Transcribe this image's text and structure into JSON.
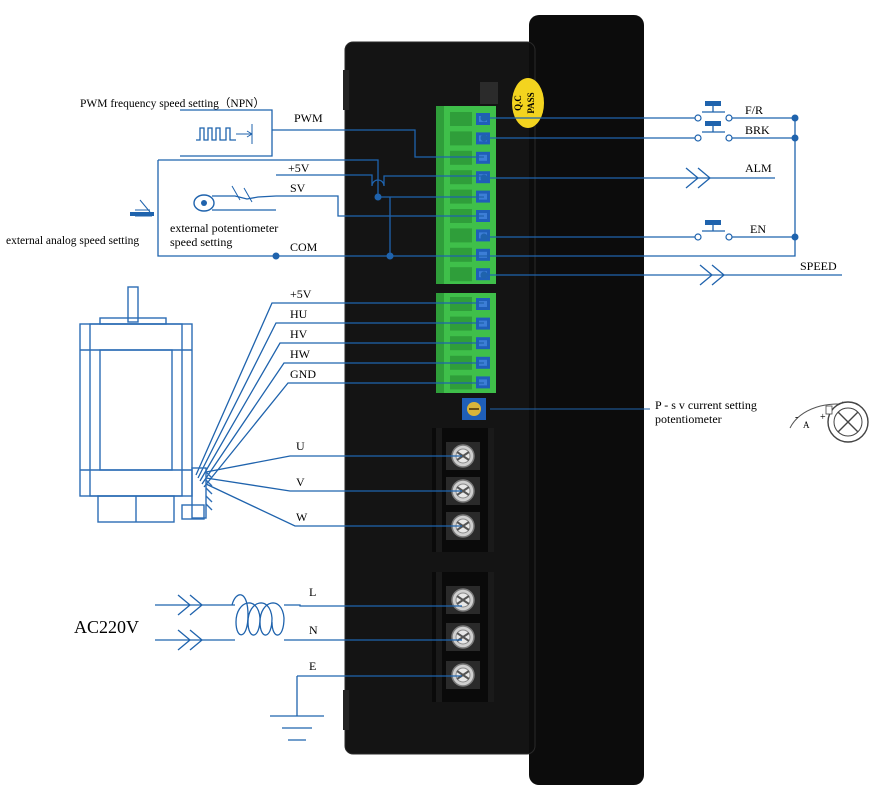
{
  "qc_stamp": {
    "line1": "Q.C",
    "line2": "PASS"
  },
  "left_labels": {
    "pwm_title": "PWM frequency speed setting（NPN）",
    "analog": "external analog speed setting",
    "pot_line1": "external potentiometer",
    "pot_line2": "speed setting",
    "ac": "AC220V"
  },
  "signal_pins": {
    "pwm": "PWM",
    "plus5v": "+5V",
    "sv": "SV",
    "com": "COM"
  },
  "hall_pins": {
    "plus5v": "+5V",
    "hu": "HU",
    "hv": "HV",
    "hw": "HW",
    "gnd": "GND"
  },
  "motor_pins": {
    "u": "U",
    "v": "V",
    "w": "W"
  },
  "power_pins": {
    "l": "L",
    "n": "N",
    "e": "E"
  },
  "right_labels": {
    "fr": "F/R",
    "brk": "BRK",
    "alm": "ALM",
    "en": "EN",
    "speed": "SPEED",
    "pot_line1": "P - s v current setting",
    "pot_line2": "potentiometer",
    "dial_a": "A",
    "dial_minus": "-",
    "dial_plus": "+"
  },
  "colors": {
    "wire": "#1f63ad",
    "terminal_green": "#3fbf4a",
    "driver_body": "#111111",
    "stamp": "#f3d41f"
  }
}
